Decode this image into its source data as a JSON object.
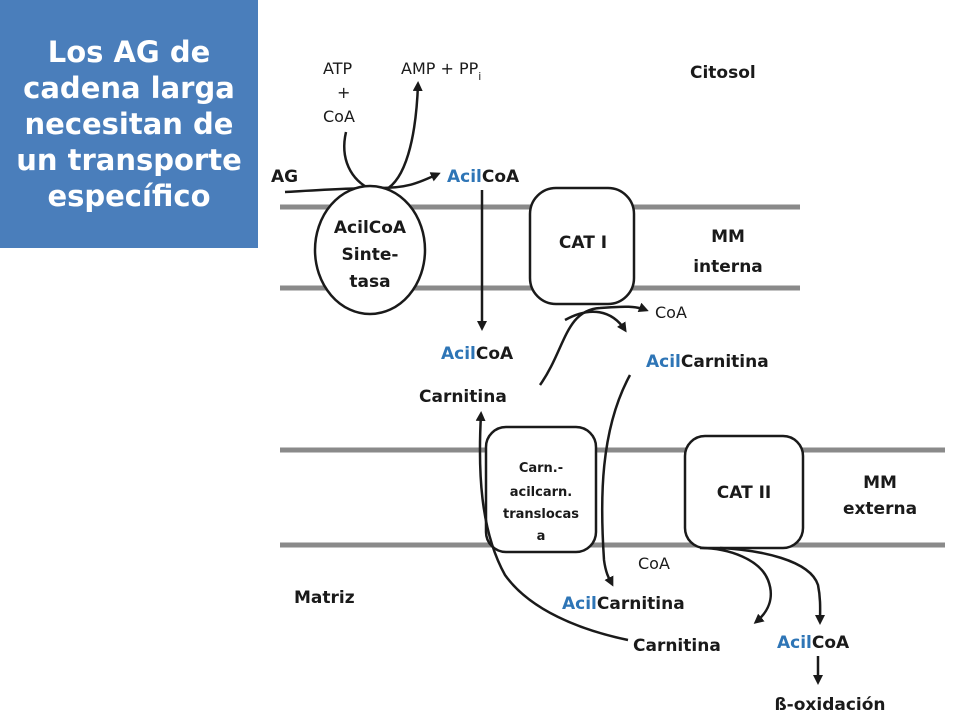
{
  "title": {
    "lines": [
      "Los AG de",
      "cadena larga",
      "necesitan de",
      "un transporte",
      "específico"
    ]
  },
  "colors": {
    "title_bg": "#4a7ebb",
    "acyl_blue": "#2e75b6",
    "membrane": "#8a8a8a"
  },
  "labels": {
    "atp": "ATP",
    "plus": "+",
    "coa_top": "CoA",
    "amp": "AMP + PP",
    "amp_sub": "i",
    "citosol": "Citosol",
    "ag": "AG",
    "acil_prefix": "Acil",
    "coa_suffix": "CoA",
    "carnitina_suffix": "Carnitina",
    "synthetase": [
      "AcilCoA",
      "Sinte-",
      "tasa"
    ],
    "cat1": "CAT I",
    "mm_interna": [
      "MM",
      "interna"
    ],
    "coa_cat1": "CoA",
    "carnitina_mid": "Carnitina",
    "translocase": [
      "Carn.-",
      "acilcarn.",
      "translocas",
      "a"
    ],
    "cat2": "CAT II",
    "mm_externa": [
      "MM",
      "externa"
    ],
    "matriz": "Matriz",
    "coa_cat2": "CoA",
    "carnitina_bottom": "Carnitina",
    "beta_ox": "ß-oxidación"
  }
}
